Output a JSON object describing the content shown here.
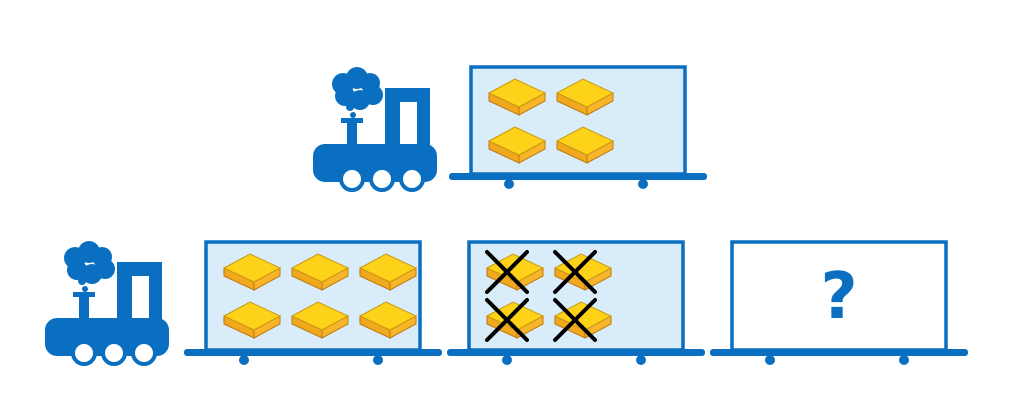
{
  "colors": {
    "blue": "#0a6fc0",
    "car_fill": "#d9ecfa",
    "empty_fill": "#ffffff",
    "book_top": "#ffd21a",
    "book_side": "#f0a81e",
    "book_pages": "#ffffff",
    "cross": "#000000"
  },
  "top_train": {
    "cars": [
      {
        "books": 4,
        "crossed": 0,
        "filled": true
      }
    ]
  },
  "bottom_train": {
    "cars": [
      {
        "books": 6,
        "crossed": 0,
        "filled": true
      },
      {
        "books": 4,
        "crossed": 4,
        "filled": true
      },
      {
        "books": 0,
        "crossed": 0,
        "filled": false,
        "label": "?"
      }
    ]
  }
}
